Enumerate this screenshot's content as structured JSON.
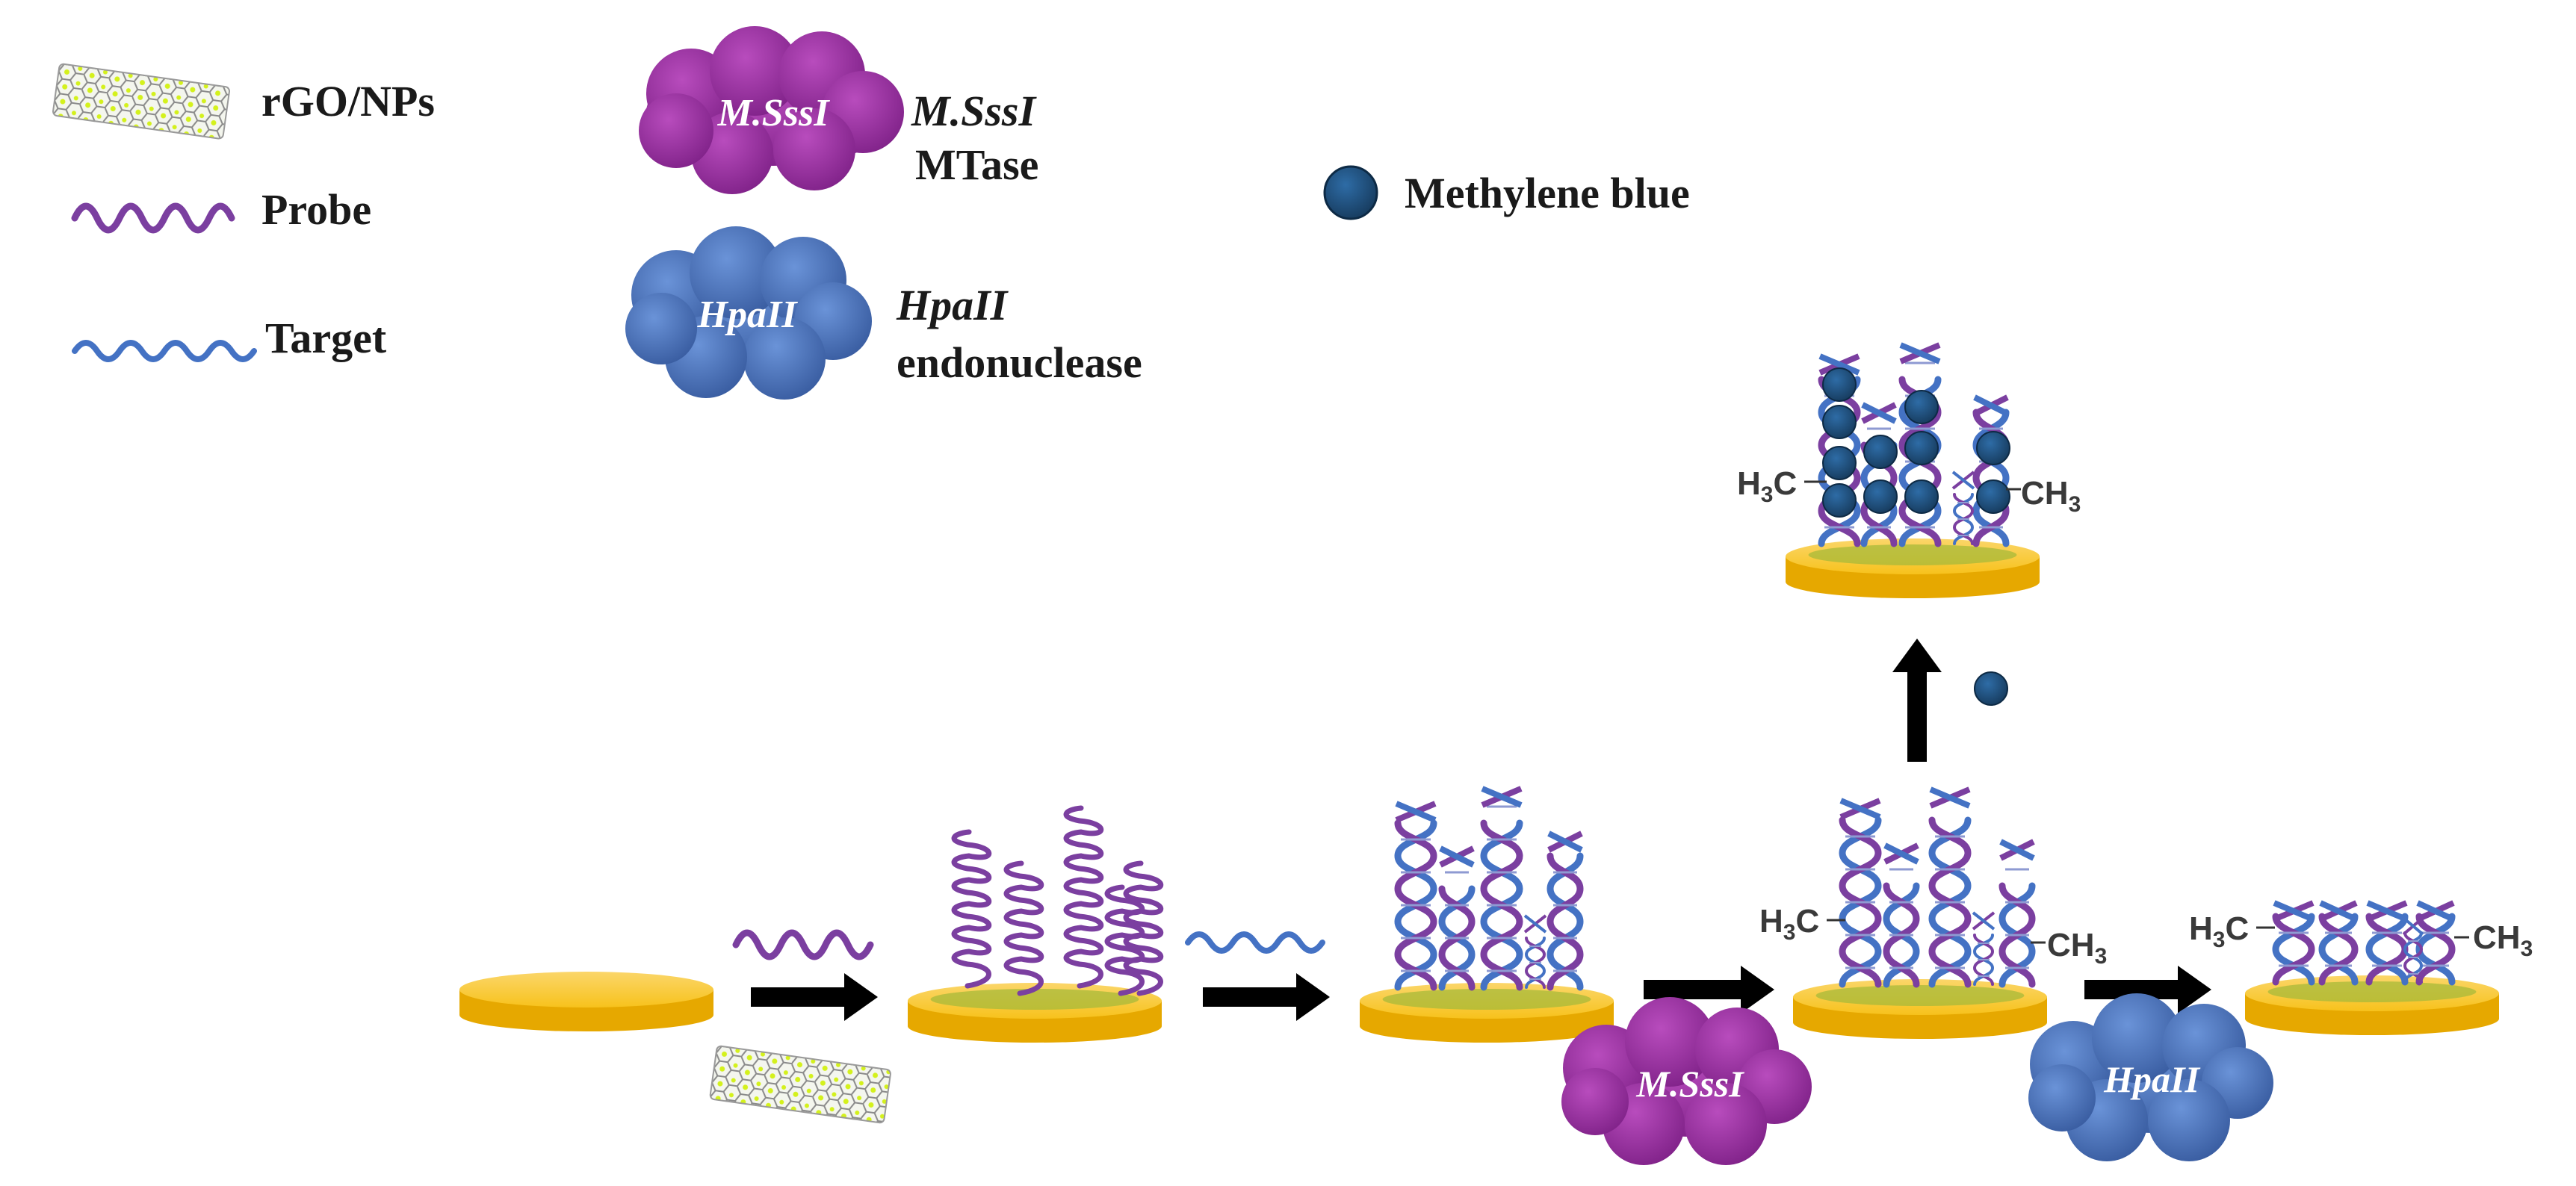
{
  "legend": {
    "rgo_label": "rGO/NPs",
    "probe_label": "Probe",
    "target_label": "Target",
    "msssi_blob_label": "M.SssI",
    "msssi_name": "M.SssI",
    "msssi_sub": "MTase",
    "hpaii_blob_label": "HpaII",
    "hpaii_name": "HpaII",
    "hpaii_sub": "endonuclease",
    "mb_label": "Methylene blue"
  },
  "scheme": {
    "enzyme1_label": "M.SssI",
    "enzyme2_label": "HpaII",
    "methyl_left": "H3C",
    "methyl_right": "CH3"
  },
  "colors": {
    "gold": "#f7c21c",
    "gold_dark": "#e6a800",
    "probe": "#7b3fa0",
    "target": "#4472c4",
    "msssi": "#9b2fa0",
    "hpaii": "#4a74c4",
    "mb": "#1f4e79",
    "arrow": "#000000"
  }
}
